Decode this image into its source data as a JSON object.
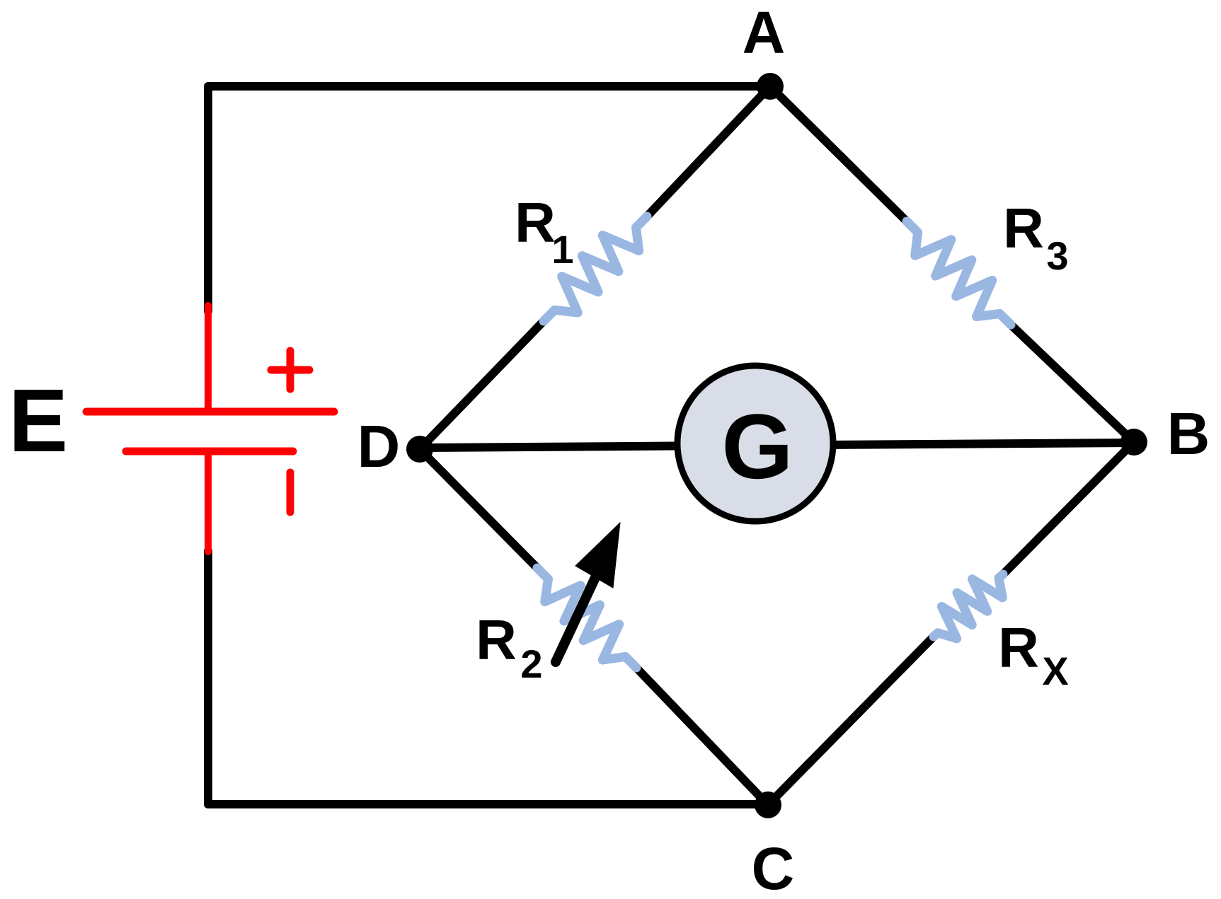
{
  "diagram": {
    "type": "wheatstone-bridge-circuit",
    "battery": {
      "label": "E",
      "positive_sign": "+",
      "negative_sign": "−"
    },
    "galvanometer": {
      "label": "G"
    },
    "nodes": {
      "a": "A",
      "b": "B",
      "c": "C",
      "d": "D"
    },
    "resistors": {
      "r1": {
        "name": "R",
        "sub": "1",
        "variable": false
      },
      "r2": {
        "name": "R",
        "sub": "2",
        "variable": true
      },
      "r3": {
        "name": "R",
        "sub": "3",
        "variable": false
      },
      "rx": {
        "name": "R",
        "sub": "X",
        "variable": false
      }
    },
    "colors": {
      "wire": "#000000",
      "battery_red": "#fd0004",
      "resistor_blue": "#9ab7e2",
      "galvanometer_fill": "#d8dde7",
      "text": "#000000"
    }
  }
}
